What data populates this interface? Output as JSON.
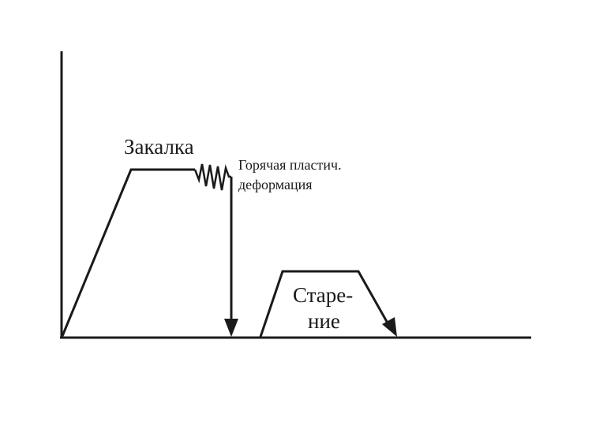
{
  "labels": {
    "quench": "Закалка",
    "hot_deformation_line1": "Горячая пластич.",
    "hot_deformation_line2": "деформация",
    "aging_line1": "Старе-",
    "aging_line2": "ние"
  },
  "colors": {
    "ink": "#1a1a1a",
    "background": "#ffffff"
  }
}
